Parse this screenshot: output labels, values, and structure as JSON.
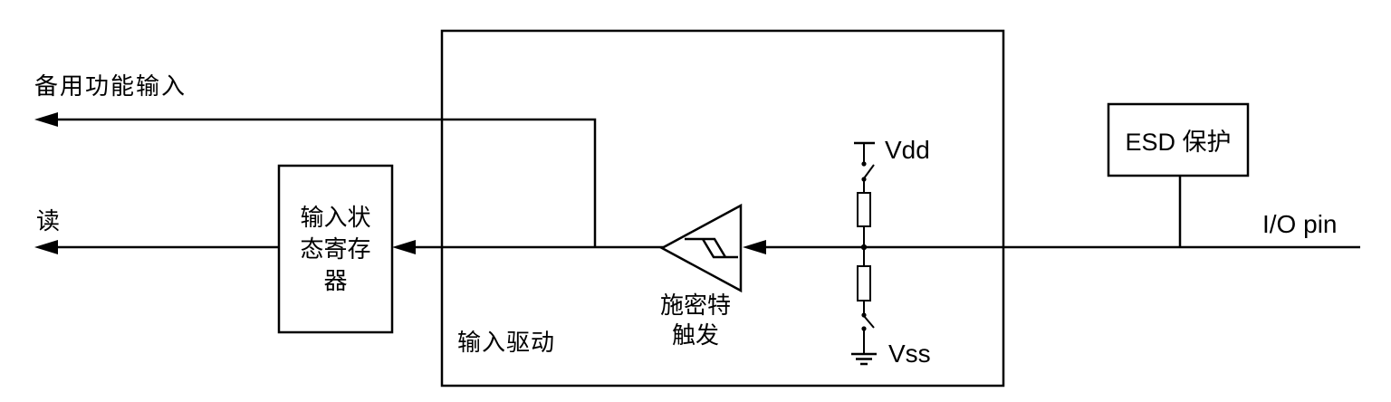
{
  "labels": {
    "alt_function_input": "备用功能输入",
    "read": "读",
    "input_driver": "输入驱动",
    "io_pin": "I/O pin",
    "vdd": "Vdd",
    "vss": "Vss",
    "esd_protection": "ESD 保护"
  },
  "register_box": {
    "lines": [
      "输入状",
      "态寄存",
      "器"
    ]
  },
  "schmitt_label": {
    "lines": [
      "施密特",
      "触发"
    ]
  },
  "colors": {
    "line": "#000000",
    "text": "#000000",
    "background": "#ffffff"
  }
}
